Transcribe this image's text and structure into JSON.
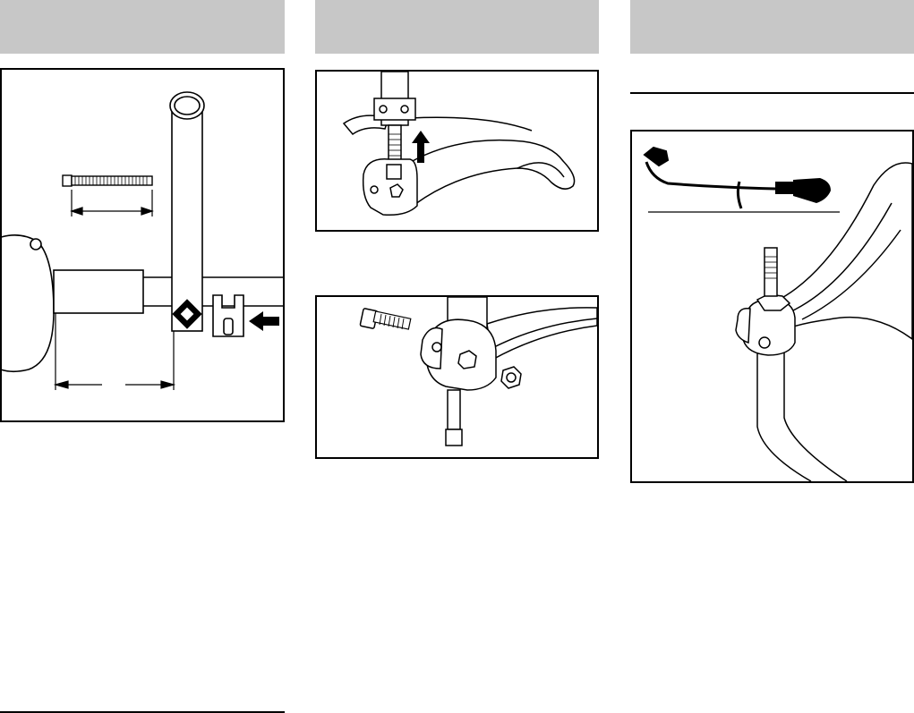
{
  "page": {
    "columns": [
      {
        "header_text": ""
      },
      {
        "header_text": ""
      },
      {
        "header_text": ""
      }
    ]
  },
  "figures": {
    "fig1": {
      "icon": "axle-bolt-measurement-illustration"
    },
    "fig2": {
      "icon": "handle-clamp-lift-illustration"
    },
    "fig3": {
      "icon": "clamp-bolt-nut-illustration"
    },
    "fig4": {
      "icon": "cable-and-clamp-assembly-illustration"
    }
  },
  "colors": {
    "header": "#c7c7c7",
    "line": "#000000",
    "fill": "#ffffff"
  }
}
